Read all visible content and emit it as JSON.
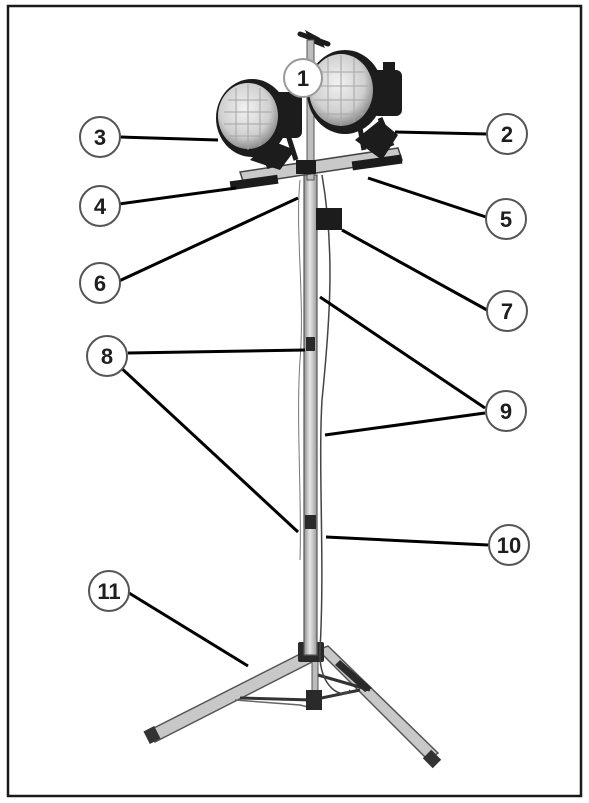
{
  "callouts": [
    {
      "id": "1",
      "label": "1"
    },
    {
      "id": "2",
      "label": "2"
    },
    {
      "id": "3",
      "label": "3"
    },
    {
      "id": "4",
      "label": "4"
    },
    {
      "id": "5",
      "label": "5"
    },
    {
      "id": "6",
      "label": "6"
    },
    {
      "id": "7",
      "label": "7"
    },
    {
      "id": "8",
      "label": "8"
    },
    {
      "id": "9",
      "label": "9"
    },
    {
      "id": "10",
      "label": "10"
    },
    {
      "id": "11",
      "label": "11"
    }
  ],
  "colors": {
    "frame": "#1a1a1a",
    "pole": "#cfcfcf",
    "pole_edge": "#555555",
    "lamp_black": "#1c1c1c",
    "lens": "#d9d9d9",
    "leader": "#000000"
  }
}
